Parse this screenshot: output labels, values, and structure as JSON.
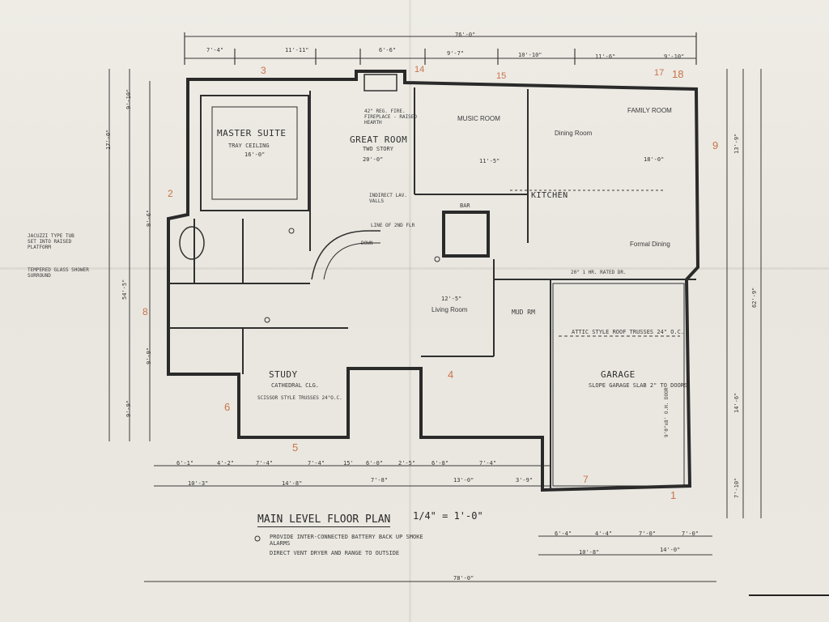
{
  "title": "MAIN LEVEL FLOOR PLAN",
  "scale": "1/4\" = 1'-0\"",
  "notes": [
    "PROVIDE INTER-CONNECTED BATTERY BACK UP SMOKE ALARMS",
    "DIRECT VENT DRYER AND RANGE TO OUTSIDE"
  ],
  "rooms": {
    "master_suite": {
      "name": "MASTER SUITE",
      "note": "TRAY CEILING",
      "dim": "16'-0\""
    },
    "great_room": {
      "name": "GREAT ROOM",
      "note": "TWO STORY",
      "dim": "20'-0\""
    },
    "music_room": {
      "name": "MUSIC ROOM",
      "dim": "11'-5\""
    },
    "dining_room": {
      "name": "Dining Room"
    },
    "family_room": {
      "name": "FAMILY ROOM",
      "dim": "18'-0\""
    },
    "kitchen": {
      "name": "KITCHEN"
    },
    "formal_dining": {
      "name": "Formal Dining"
    },
    "bar": {
      "name": "BAR"
    },
    "living_room": {
      "name": "Living Room",
      "dim": "12'-5\""
    },
    "mud_rm": {
      "name": "MUD RM"
    },
    "study": {
      "name": "STUDY",
      "note": "CATHEDRAL CLG.",
      "note2": "SCISSOR STYLE TRUSSES 24\"O.C."
    },
    "garage": {
      "name": "GARAGE",
      "note": "SLOPE GARAGE SLAB 2\" TO DOORS"
    }
  },
  "annotations": {
    "fireplace": "42\" REG. FIRE. FIREPLACE - RAISED HEARTH",
    "jacuzzi": "JACUZZI TYPE TUB SET INTO RAISED PLATFORM",
    "shower": "TEMPERED GLASS SHOWER SURROUND",
    "indirect": "INDIRECT LAV. VALLS",
    "line_above": "LINE OF 2ND FLR",
    "down": "DOWN",
    "attic": "ATTIC STYLE ROOF TRUSSES 24\" O.C.",
    "rated_dr": "20\" 1 HR. RATED DR.",
    "garage_door": "9'0\"x8' O.H. DOOR"
  },
  "dimensions": {
    "overall_width": "76'-0\"",
    "top": [
      "7'-4\"",
      "11'-11\"",
      "6'-6\"",
      "9'-7\"",
      "10'-10\"",
      "11'-6\"",
      "9'-10\""
    ],
    "bottom_row1": [
      "6'-1\"",
      "4'-2\"",
      "7'-4\"",
      "7'-4\"",
      "15'",
      "6'-0\"",
      "2'-5\"",
      "6'-8\"",
      "7'-4\""
    ],
    "bottom_row2": [
      "10'-3\"",
      "14'-8\"",
      "7'-8\"",
      "13'-0\"",
      "3'-9\""
    ],
    "garage_bottom": [
      "6'-4\"",
      "4'-4\"",
      "7'-0\"",
      "7'-0\""
    ],
    "garage_bottom2": [
      "10'-8\"",
      "14'-0\""
    ],
    "bottom_total": "78'-0\"",
    "left": [
      "17'-0\"",
      "9'-10\"",
      "9'-9\"",
      "9'-6\"",
      "9'-9\""
    ],
    "left_total": "54'-5\"",
    "right": [
      "13'-9\"",
      "14'-6\"",
      "7'-10\""
    ],
    "right_total": "62'-9\""
  },
  "marks": [
    "3",
    "4",
    "5",
    "6",
    "14",
    "15",
    "17",
    "18",
    "2",
    "1",
    "7",
    "8",
    "9"
  ]
}
